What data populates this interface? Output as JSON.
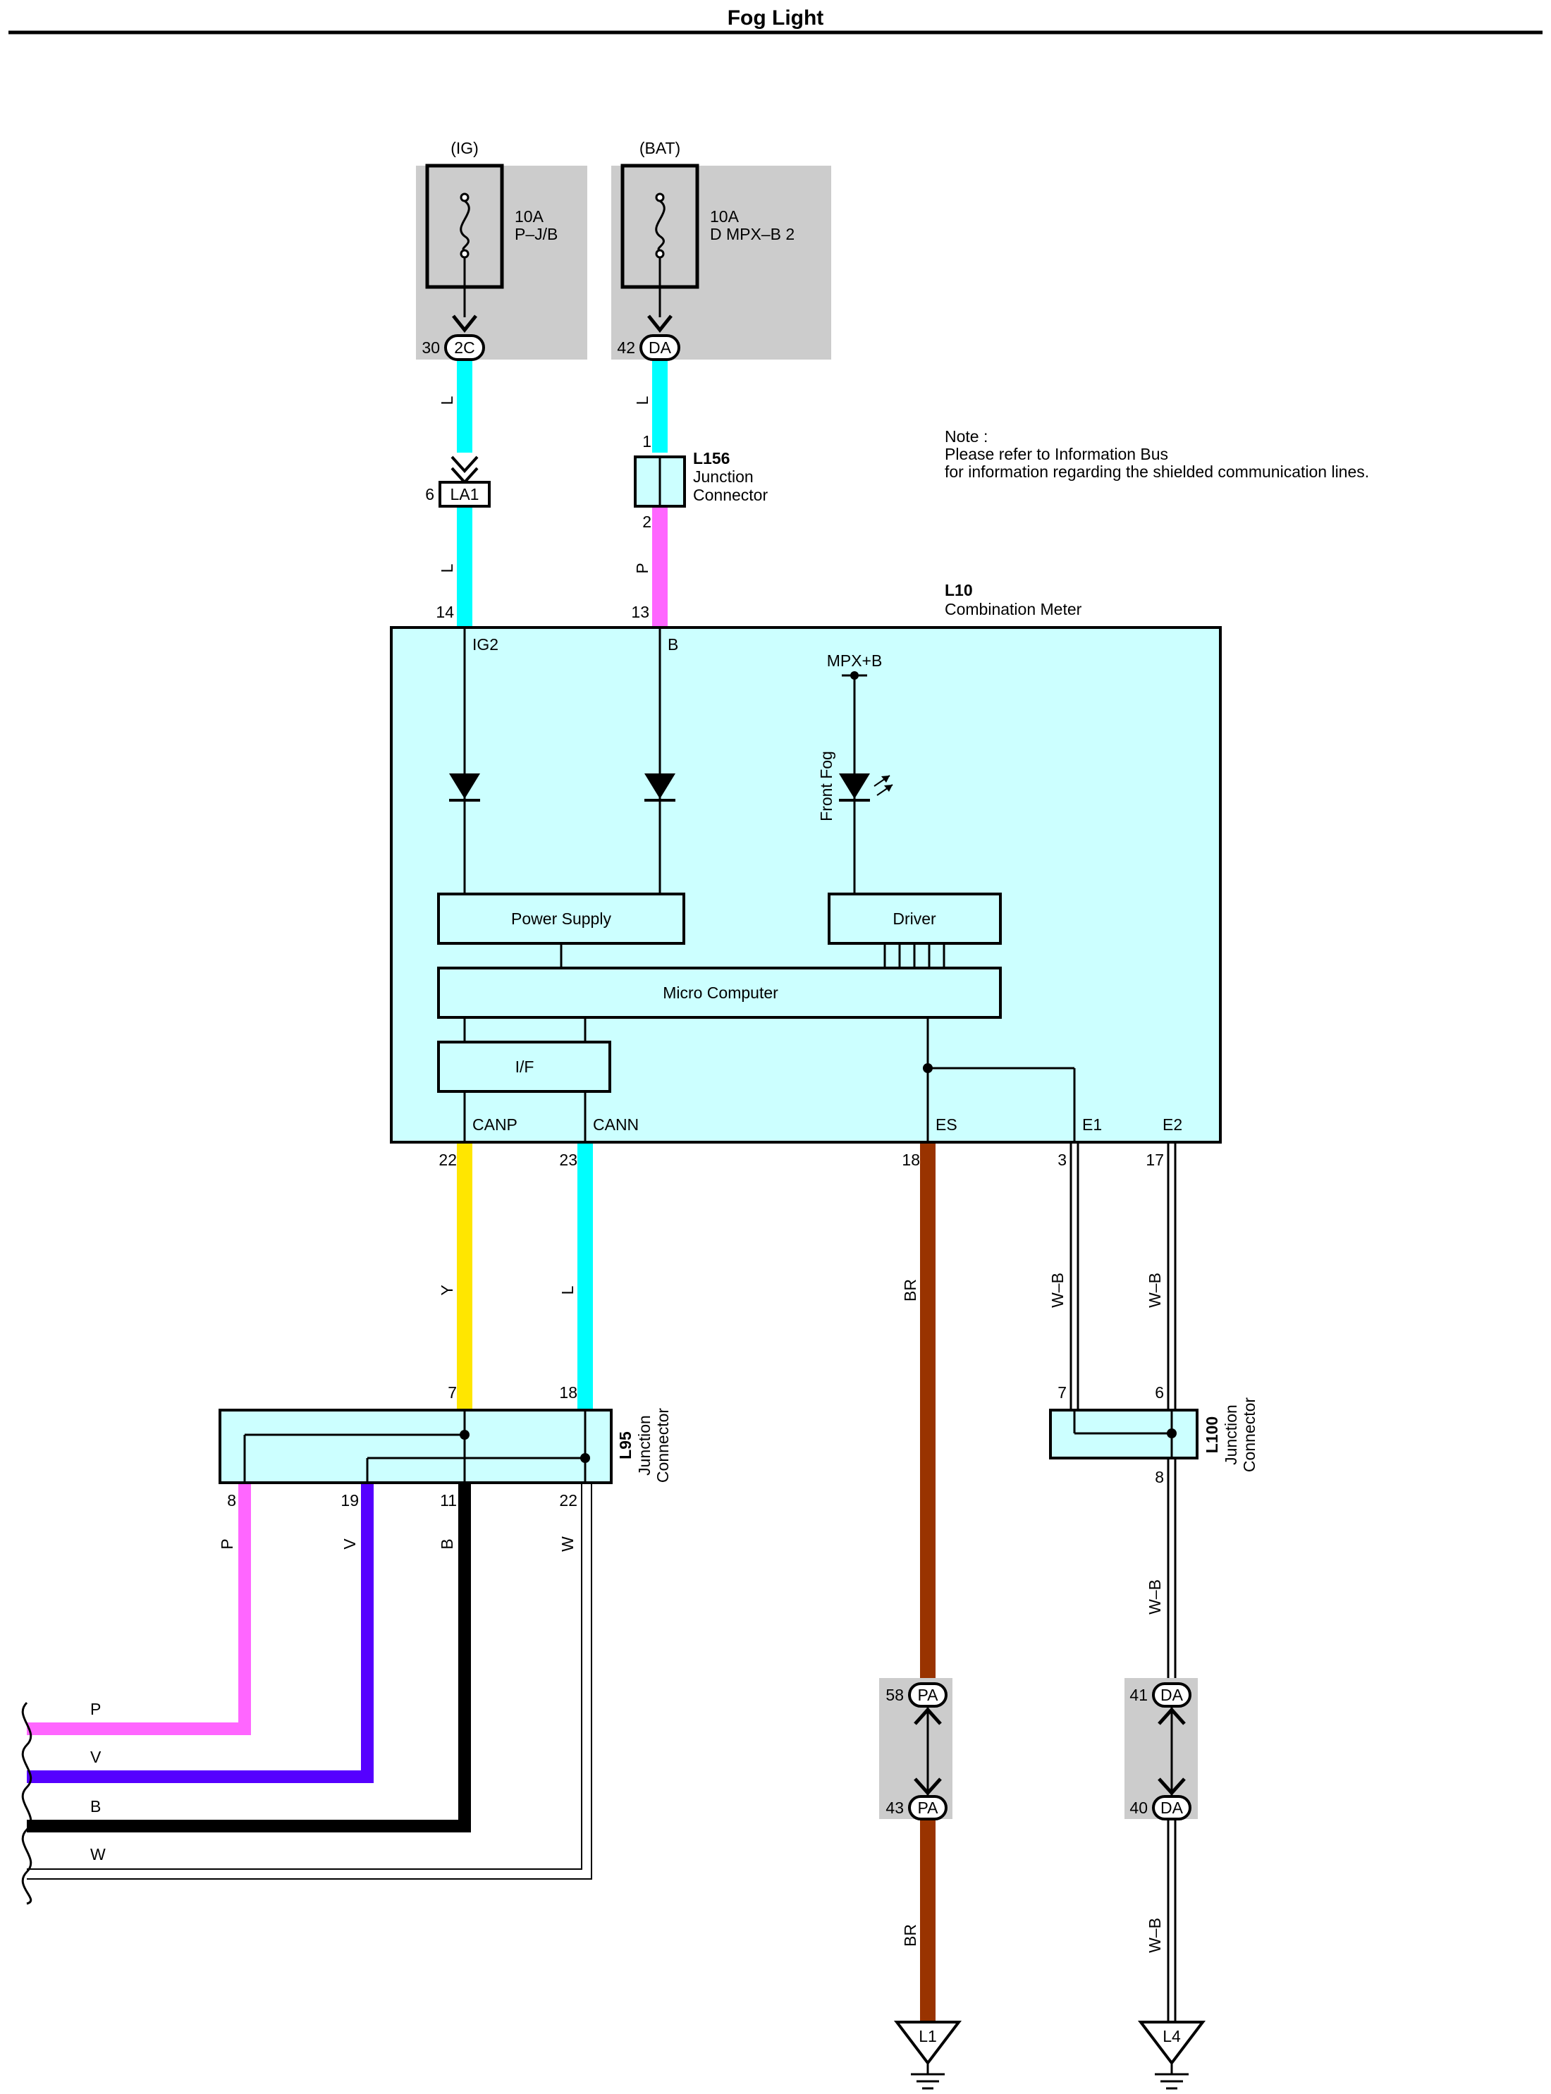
{
  "title": "Fog Light",
  "note": {
    "line1": "Note :",
    "line2": "Please refer to Information Bus",
    "line3": "for information regarding the shielded communication lines."
  },
  "fuses": [
    {
      "source": "(IG)",
      "rating": "10A",
      "name": "P–J/B",
      "pin": "30",
      "connector": "2C"
    },
    {
      "source": "(BAT)",
      "rating": "10A",
      "name": "D MPX–B 2",
      "pin": "42",
      "connector": "DA"
    }
  ],
  "connectors": {
    "la1": {
      "pin": "6",
      "name": "LA1"
    },
    "l156": {
      "id": "L156",
      "name_line1": "Junction",
      "name_line2": "Connector",
      "pin_top": "1",
      "pin_bottom": "2"
    },
    "l10": {
      "id": "L10",
      "name": "Combination Meter"
    },
    "l95": {
      "id": "L95",
      "name_line1": "Junction",
      "name_line2": "Connector",
      "pins_top": [
        "7",
        "18"
      ],
      "pins_bottom": [
        "8",
        "19",
        "11",
        "22"
      ]
    },
    "l100": {
      "id": "L100",
      "name_line1": "Junction",
      "name_line2": "Connector",
      "pins_top": [
        "7",
        "6"
      ],
      "pin_bottom": "8"
    },
    "pa": {
      "connector": "PA",
      "pin_top": "58",
      "pin_bottom": "43"
    },
    "da2": {
      "connector": "DA",
      "pin_top": "41",
      "pin_bottom": "40"
    }
  },
  "meter": {
    "terminals_top": [
      {
        "pin": "14",
        "name": "IG2"
      },
      {
        "pin": "13",
        "name": "B"
      }
    ],
    "mpx": "MPX+B",
    "lamp": "Front Fog",
    "blocks": {
      "power_supply": "Power Supply",
      "driver": "Driver",
      "micro": "Micro Computer",
      "if": "I/F"
    },
    "terminals_bottom": [
      {
        "pin": "22",
        "name": "CANP"
      },
      {
        "pin": "23",
        "name": "CANN"
      },
      {
        "pin": "18",
        "name": "ES"
      },
      {
        "pin": "3",
        "name": "E1"
      },
      {
        "pin": "17",
        "name": "E2"
      }
    ]
  },
  "wires": {
    "ig_upper": "L",
    "ig_lower": "L",
    "bat_upper": "L",
    "bat_lower": "P",
    "canp": "Y",
    "cann": "L",
    "es": "BR",
    "e1": "W–B",
    "e2": "W–B",
    "l95_out": [
      "P",
      "V",
      "B",
      "W"
    ],
    "bus": [
      "P",
      "V",
      "B",
      "W"
    ],
    "l100_out": "W–B",
    "es_low": "BR",
    "e2_low": "W–B"
  },
  "grounds": [
    "L1",
    "L4"
  ],
  "colors": {
    "L": "#00ffff",
    "P": "#ff66ff",
    "Y": "#ffe600",
    "BR": "#993300",
    "V": "#5500ff",
    "B": "#000000",
    "box_fill": "#ccffff",
    "shade": "#cccccc"
  }
}
